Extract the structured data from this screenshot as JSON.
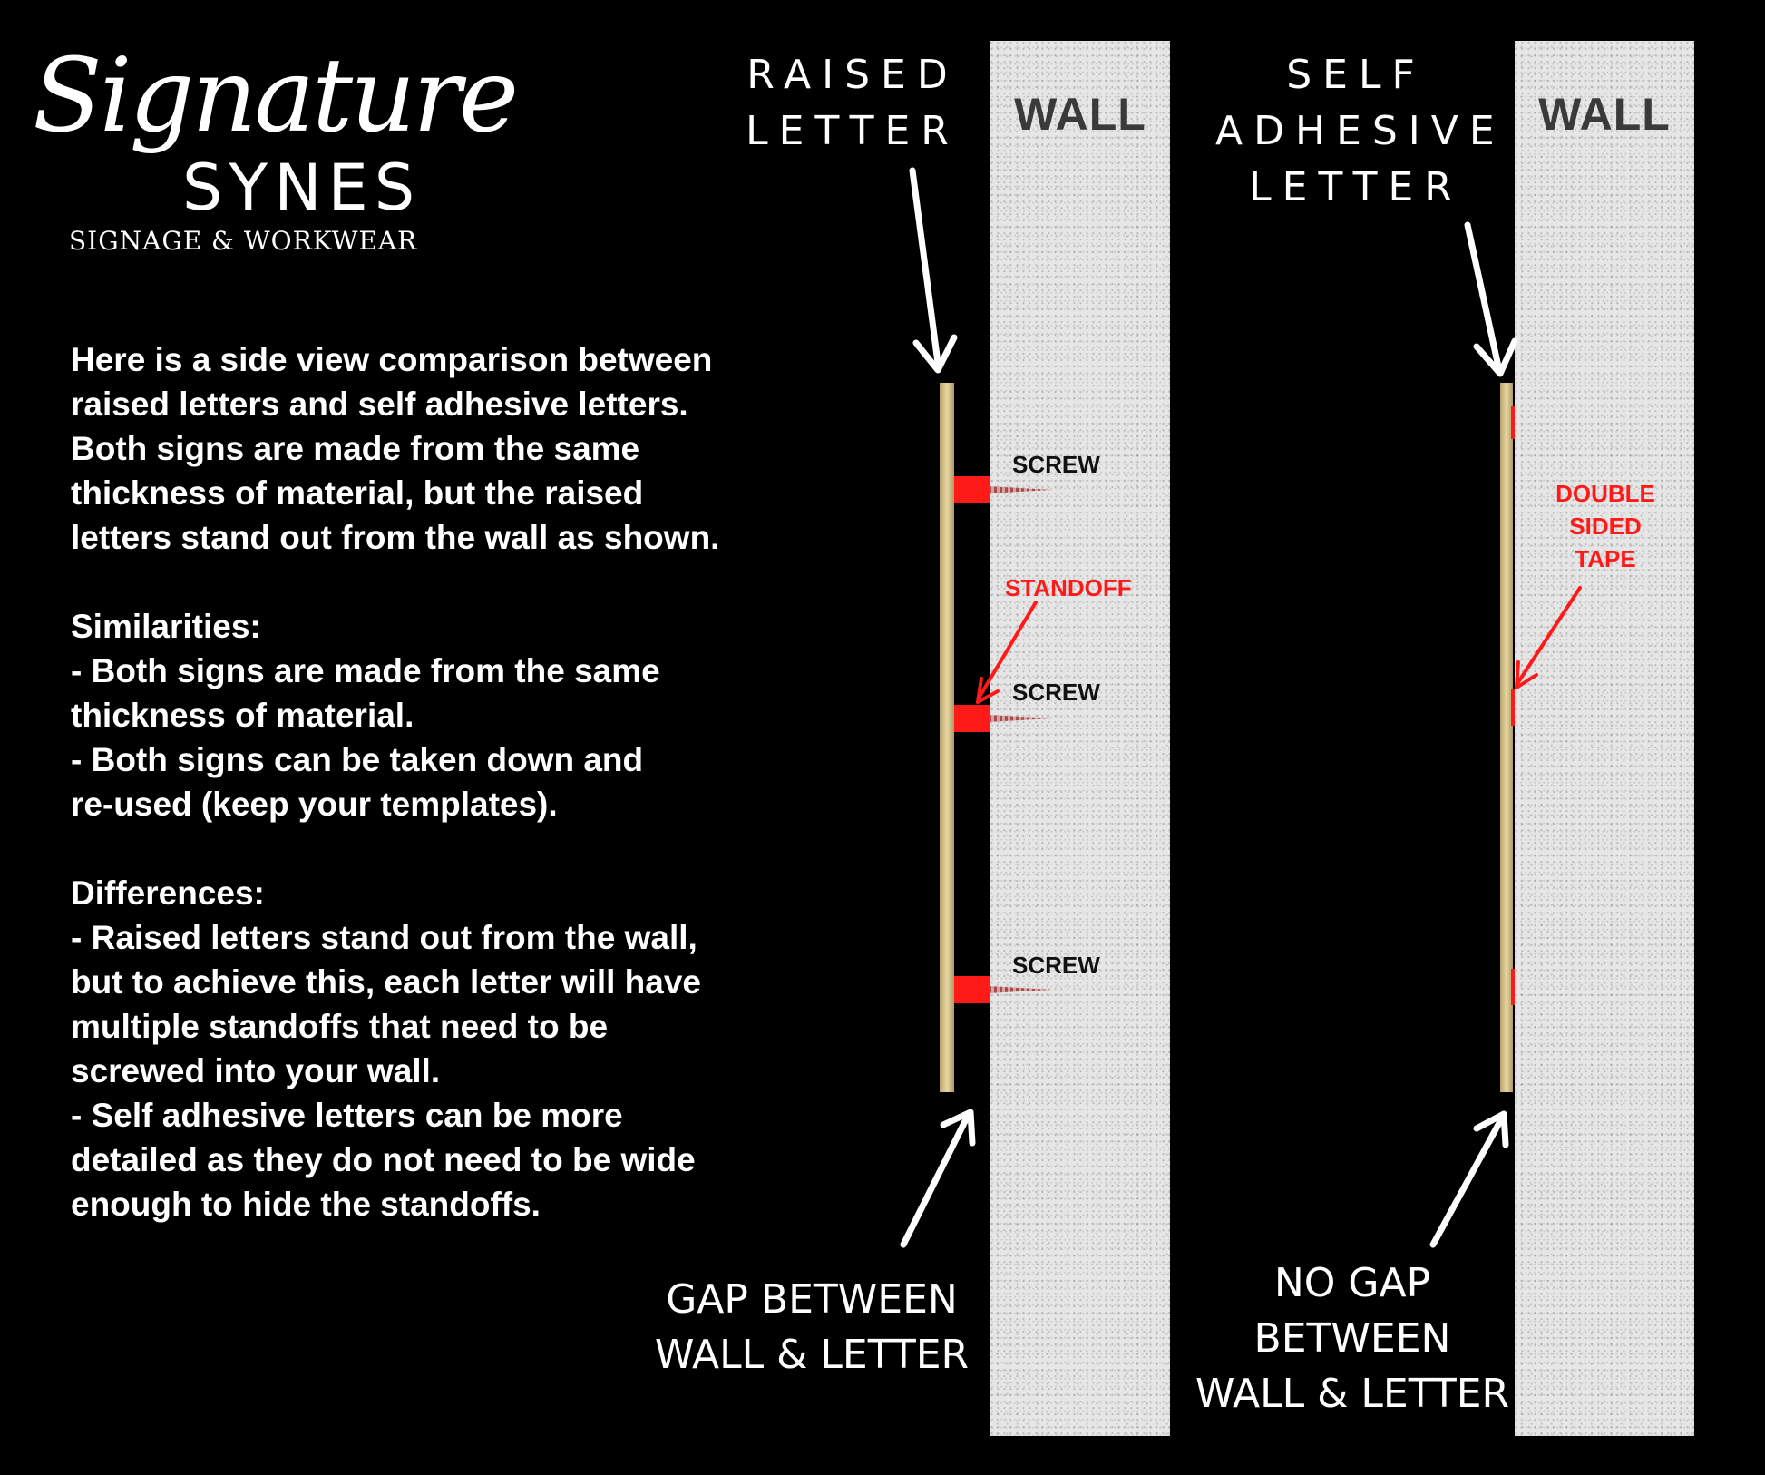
{
  "logo": {
    "script": "Signature",
    "brand": "SYNES",
    "tagline": "SIGNAGE & WORKWEAR"
  },
  "description": {
    "intro": [
      "Here is a side view comparison between",
      "raised letters and self adhesive letters.",
      "Both signs are made from the same",
      "thickness of material, but the raised",
      "letters stand out from the wall as shown."
    ],
    "similarities_heading": "Similarities:",
    "similarities": [
      "- Both signs are made from the same",
      "thickness of material.",
      "- Both signs can be taken down and",
      "re-used (keep your templates)."
    ],
    "differences_heading": "Differences:",
    "differences": [
      "- Raised letters stand out from the wall,",
      "but to achieve this, each letter will have",
      "multiple standoffs that need to be",
      "screwed into your wall.",
      "- Self adhesive letters can be more",
      "detailed as they do not need to be wide",
      "enough to hide the standoffs."
    ]
  },
  "raised_panel": {
    "title": [
      "RAISED",
      "LETTER"
    ],
    "wall_label": "WALL",
    "screw_label": "SCREW",
    "standoff_label": "STANDOFF",
    "bottom_label": [
      "GAP BETWEEN",
      "WALL & LETTER"
    ]
  },
  "adhesive_panel": {
    "title": [
      "SELF",
      "ADHESIVE",
      "LETTER"
    ],
    "wall_label": "WALL",
    "tape_label": [
      "DOUBLE",
      "SIDED",
      "TAPE"
    ],
    "bottom_label": [
      "NO GAP",
      "BETWEEN",
      "WALL & LETTER"
    ]
  },
  "colors": {
    "background": "#000000",
    "wall": "#e6e6e6",
    "letter_board": "#d8c48f",
    "accent_red": "#ff1a1a",
    "text": "#ffffff"
  }
}
